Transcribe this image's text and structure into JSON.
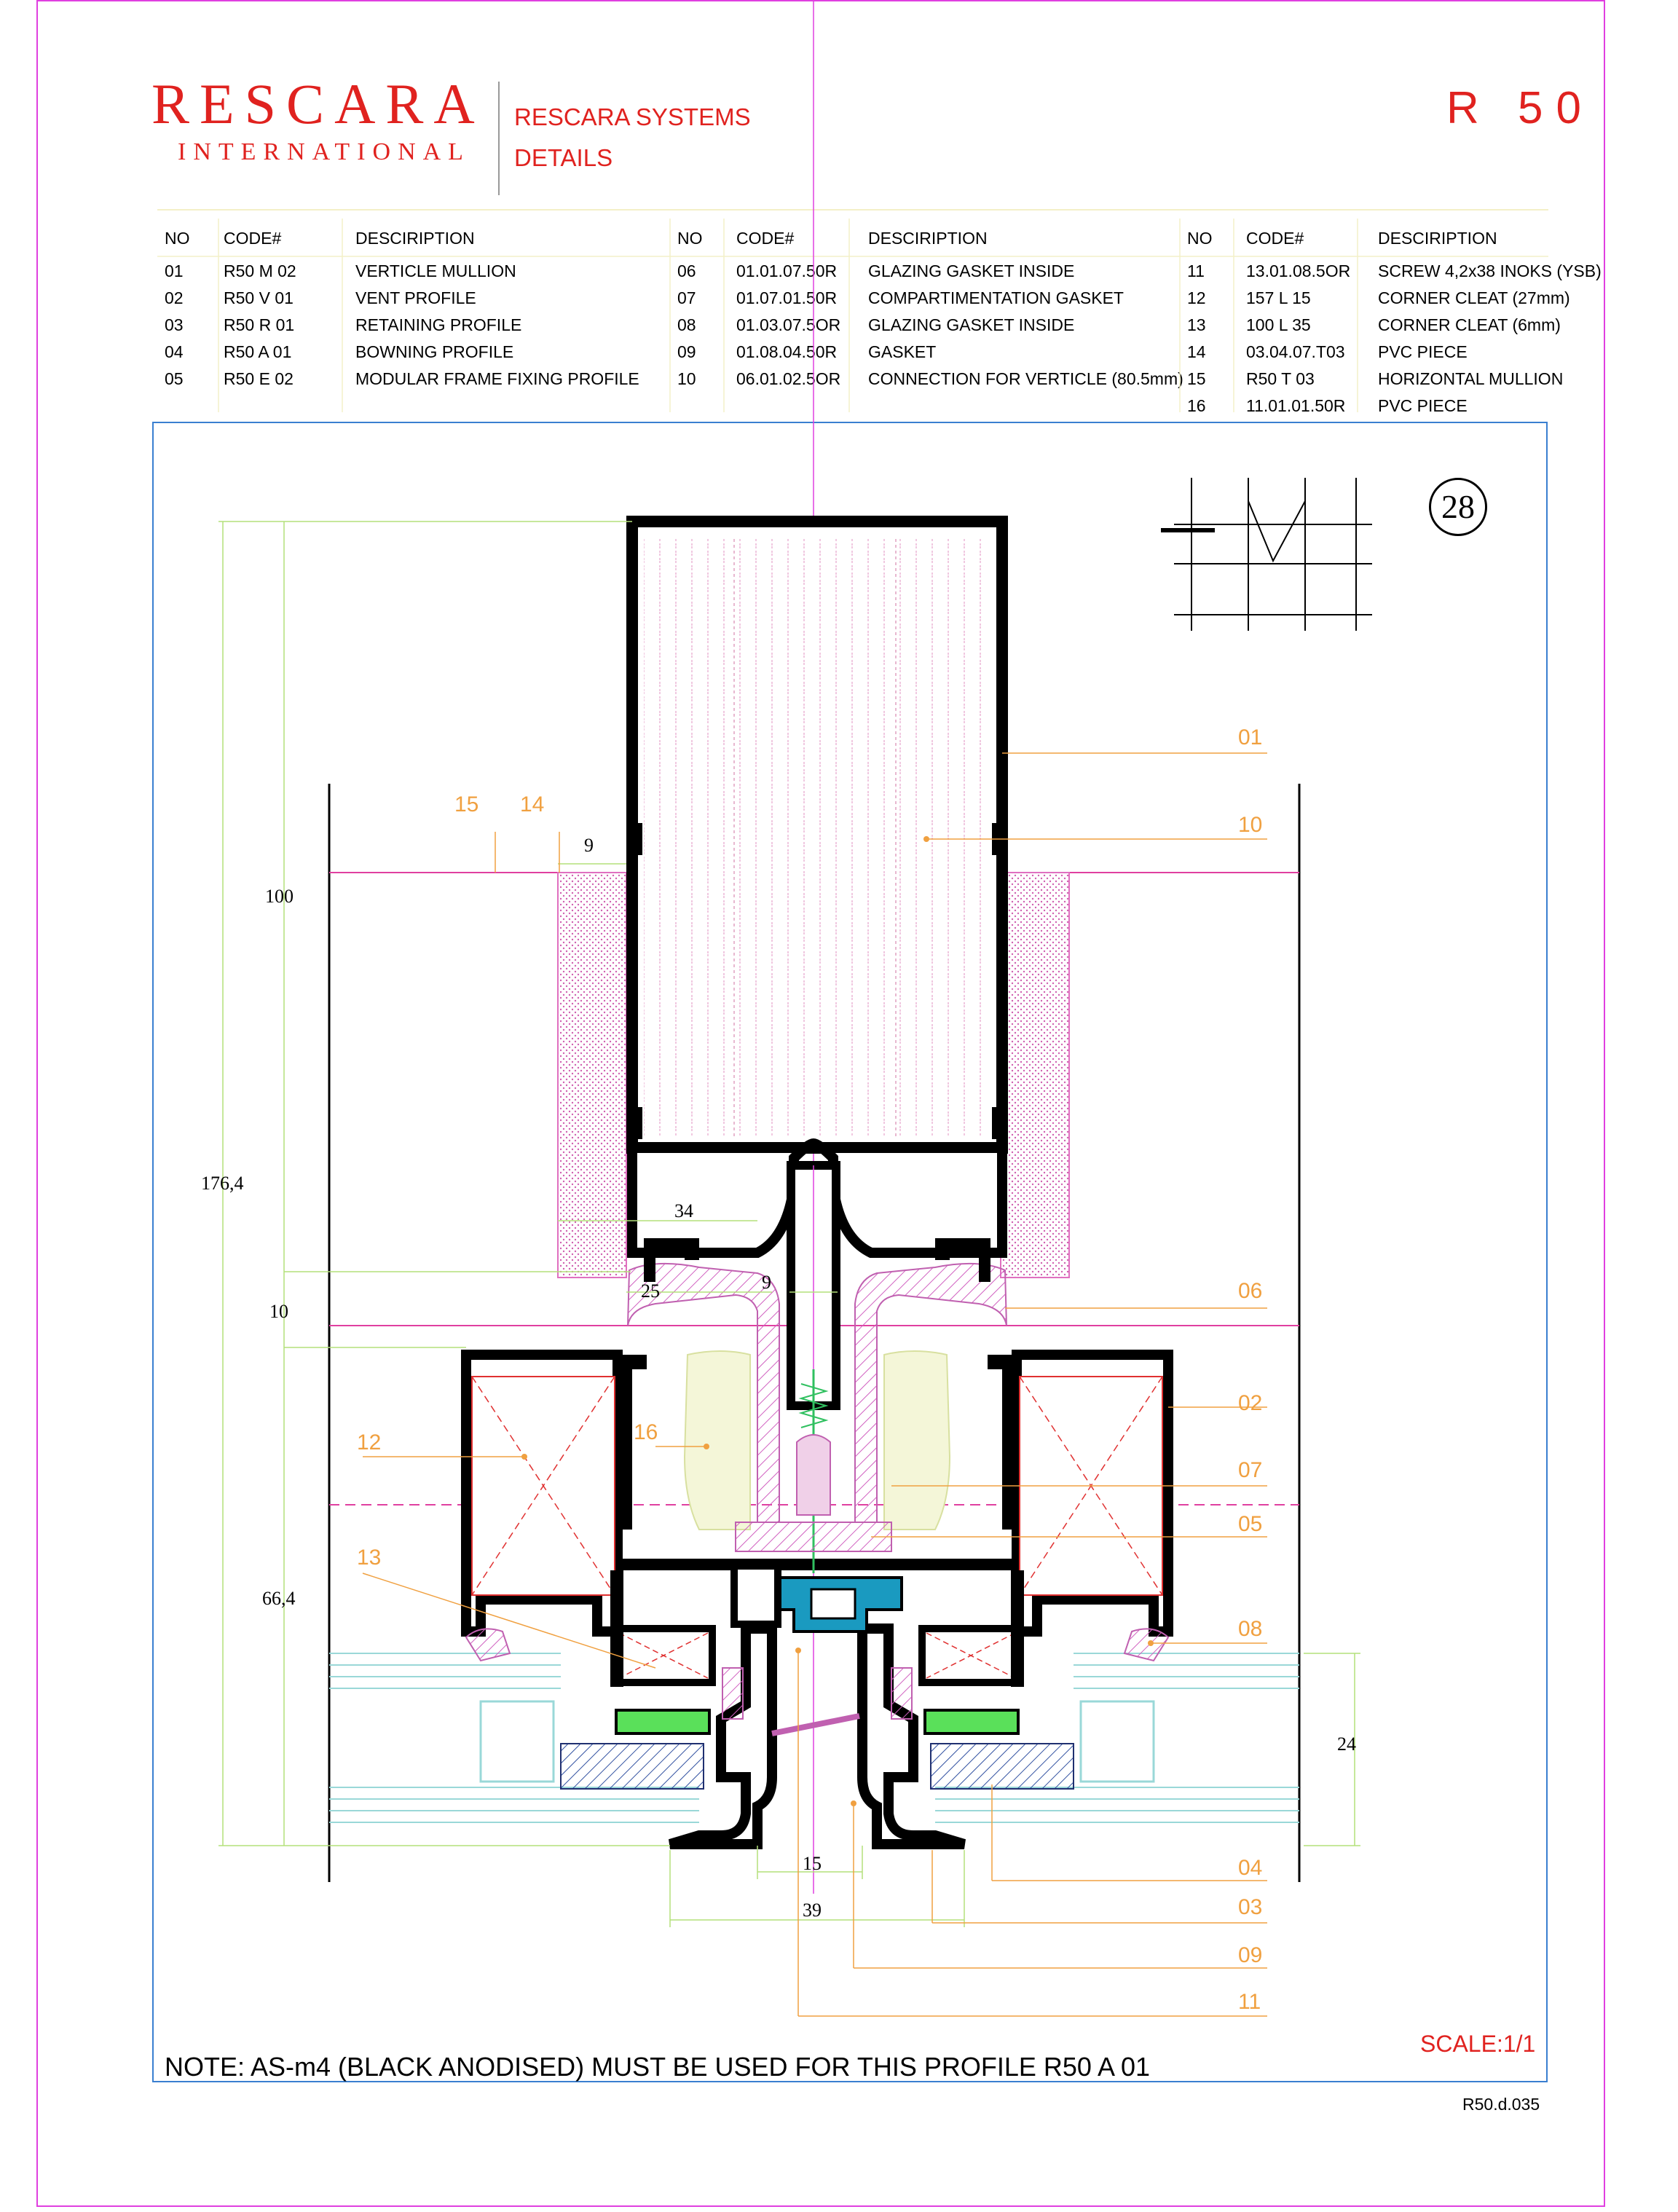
{
  "header": {
    "logo_main": "RESCARA",
    "logo_sub": "INTERNATIONAL",
    "title_line1": "RESCARA SYSTEMS",
    "title_line2": "DETAILS",
    "series_code": "R 50"
  },
  "parts_table": {
    "headers": {
      "no": "NO",
      "code": "CODE#",
      "description": "DESCIRIPTION"
    },
    "groups": [
      [
        {
          "no": "01",
          "code": "R50 M 02",
          "description": "VERTICLE MULLION"
        },
        {
          "no": "02",
          "code": "R50 V 01",
          "description": "VENT PROFILE"
        },
        {
          "no": "03",
          "code": "R50 R 01",
          "description": "RETAINING PROFILE"
        },
        {
          "no": "04",
          "code": "R50 A 01",
          "description": "BOWNING PROFILE"
        },
        {
          "no": "05",
          "code": "R50 E 02",
          "description": "MODULAR FRAME FIXING PROFILE"
        }
      ],
      [
        {
          "no": "06",
          "code": "01.01.07.50R",
          "description": "GLAZING GASKET INSIDE"
        },
        {
          "no": "07",
          "code": "01.07.01.50R",
          "description": "COMPARTIMENTATION GASKET"
        },
        {
          "no": "08",
          "code": "01.03.07.5OR",
          "description": "GLAZING GASKET INSIDE"
        },
        {
          "no": "09",
          "code": "01.08.04.50R",
          "description": "GASKET"
        },
        {
          "no": "10",
          "code": "06.01.02.5OR",
          "description": "CONNECTION FOR VERTICLE (80.5mm)"
        }
      ],
      [
        {
          "no": "11",
          "code": "13.01.08.5OR",
          "description": "SCREW 4,2x38 INOKS (YSB)"
        },
        {
          "no": "12",
          "code": "157 L 15",
          "description": "CORNER CLEAT (27mm)"
        },
        {
          "no": "13",
          "code": "100 L 35",
          "description": "CORNER CLEAT (6mm)"
        },
        {
          "no": "14",
          "code": "03.04.07.T03",
          "description": "PVC PIECE"
        },
        {
          "no": "15",
          "code": "R50 T 03",
          "description": "HORIZONTAL MULLION"
        },
        {
          "no": "16",
          "code": "11.01.01.50R",
          "description": "PVC PIECE"
        }
      ]
    ]
  },
  "drawing": {
    "detail_number": "28",
    "callouts": {
      "c01": "01",
      "c10": "10",
      "c15": "15",
      "c14": "14",
      "c06": "06",
      "c02": "02",
      "c12": "12",
      "c16": "16",
      "c07": "07",
      "c05": "05",
      "c13": "13",
      "c08": "08",
      "c04": "04",
      "c03": "03",
      "c09": "09",
      "c11": "11"
    },
    "dimensions": {
      "d100": "100",
      "d176": "176,4",
      "d10": "10",
      "d66": "66,4",
      "d9a": "9",
      "d34": "34",
      "d25": "25",
      "d9b": "9",
      "d24": "24",
      "d15": "15",
      "d39": "39"
    }
  },
  "footer": {
    "note": "NOTE:  AS-m4 (BLACK ANODISED) MUST BE USED FOR THIS PROFILE R50 A 01",
    "scale": "SCALE:1/1",
    "drawing_number": "R50.d.035"
  },
  "colors": {
    "brand_red": "#e0221f",
    "callout_orange": "#f0a040",
    "frame_blue": "#3a7fd0",
    "border_magenta": "#e040e0",
    "dimension_green": "#b4e07a",
    "hatch_pink": "#e070c0",
    "pvc_cyan": "#1a9ac0",
    "gasket_green": "#5ae05a"
  }
}
